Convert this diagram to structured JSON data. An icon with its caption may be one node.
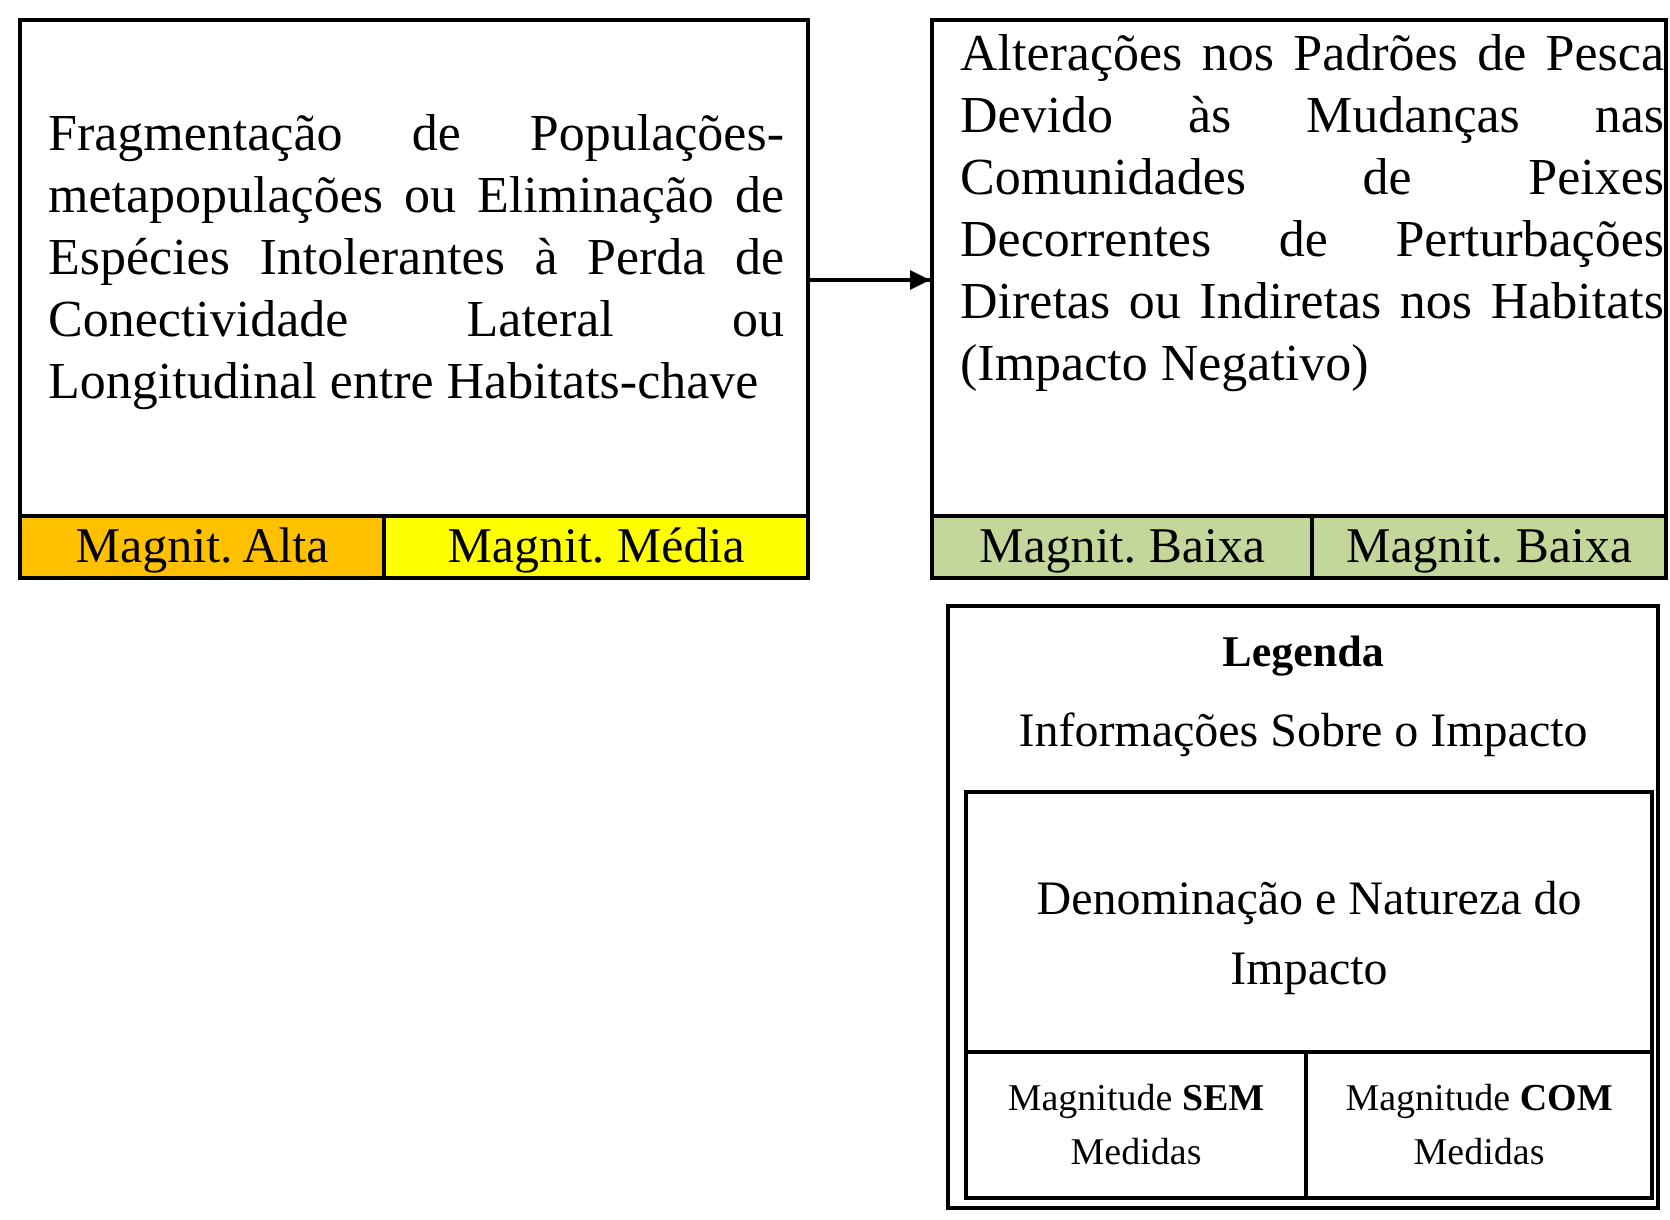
{
  "diagram": {
    "nodes": [
      {
        "text": [
          "Fragmentação de Populações-metapopulações ou Eliminação de Espécies Intolerantes à Perda de Conectividade Lateral ou Longitudinal entre Habitats-chave"
        ]
      },
      {
        "text": [
          "Magnit. Alta"
        ],
        "in": 0
      },
      {
        "text": [
          "Magnit. Média"
        ],
        "in": 0
      },
      {
        "text": [
          "Alterações nos Padrões de Pesca Devido às Mudanças nas Comunidades de Peixes Decorrentes de Perturbações Diretas ou Indiretas nos Habitats (Impacto Negativo)"
        ]
      },
      {
        "text": [
          "Magnit. Baixa"
        ],
        "in": 3
      },
      {
        "text": [
          "Magnit. Baixa"
        ],
        "in": 3
      },
      {
        "text": [
          "Legenda",
          "Informações Sobre o Impacto"
        ]
      },
      {
        "text": [
          "Denominação e Natureza do Impacto"
        ],
        "in": 6
      },
      {
        "text": [
          "Magnitude **SEM** Medidas"
        ],
        "in": 7
      },
      {
        "text": [
          "Magnitude **COM** Medidas"
        ],
        "in": 7
      }
    ],
    "edges": [
      {
        "from": 0,
        "to": 3,
        "arrow": "to"
      }
    ]
  }
}
